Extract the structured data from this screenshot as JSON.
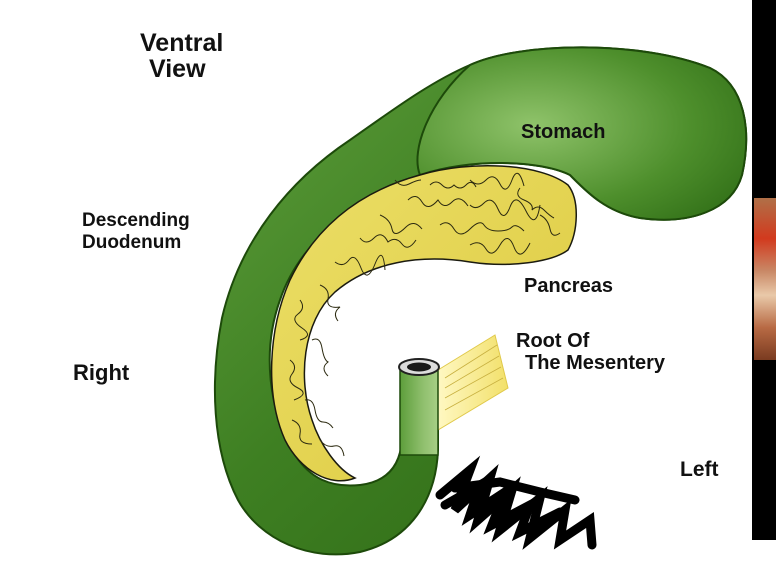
{
  "title": {
    "line1": "Ventral",
    "line2": "View"
  },
  "labels": {
    "stomach": "Stomach",
    "descending_duodenum": {
      "line1": "Descending",
      "line2": "Duodenum"
    },
    "pancreas": "Pancreas",
    "root_of_mesentery": {
      "line1": "Root Of",
      "line2": "The Mesentery"
    },
    "right": "Right",
    "left": "Left"
  },
  "colors": {
    "gut_green_light": "#7fb65a",
    "gut_green_dark": "#2a6a12",
    "pancreas_yellow": "#e7da5a",
    "mesentery_yellow": "#fbf3b0",
    "scribble": "#000000"
  }
}
